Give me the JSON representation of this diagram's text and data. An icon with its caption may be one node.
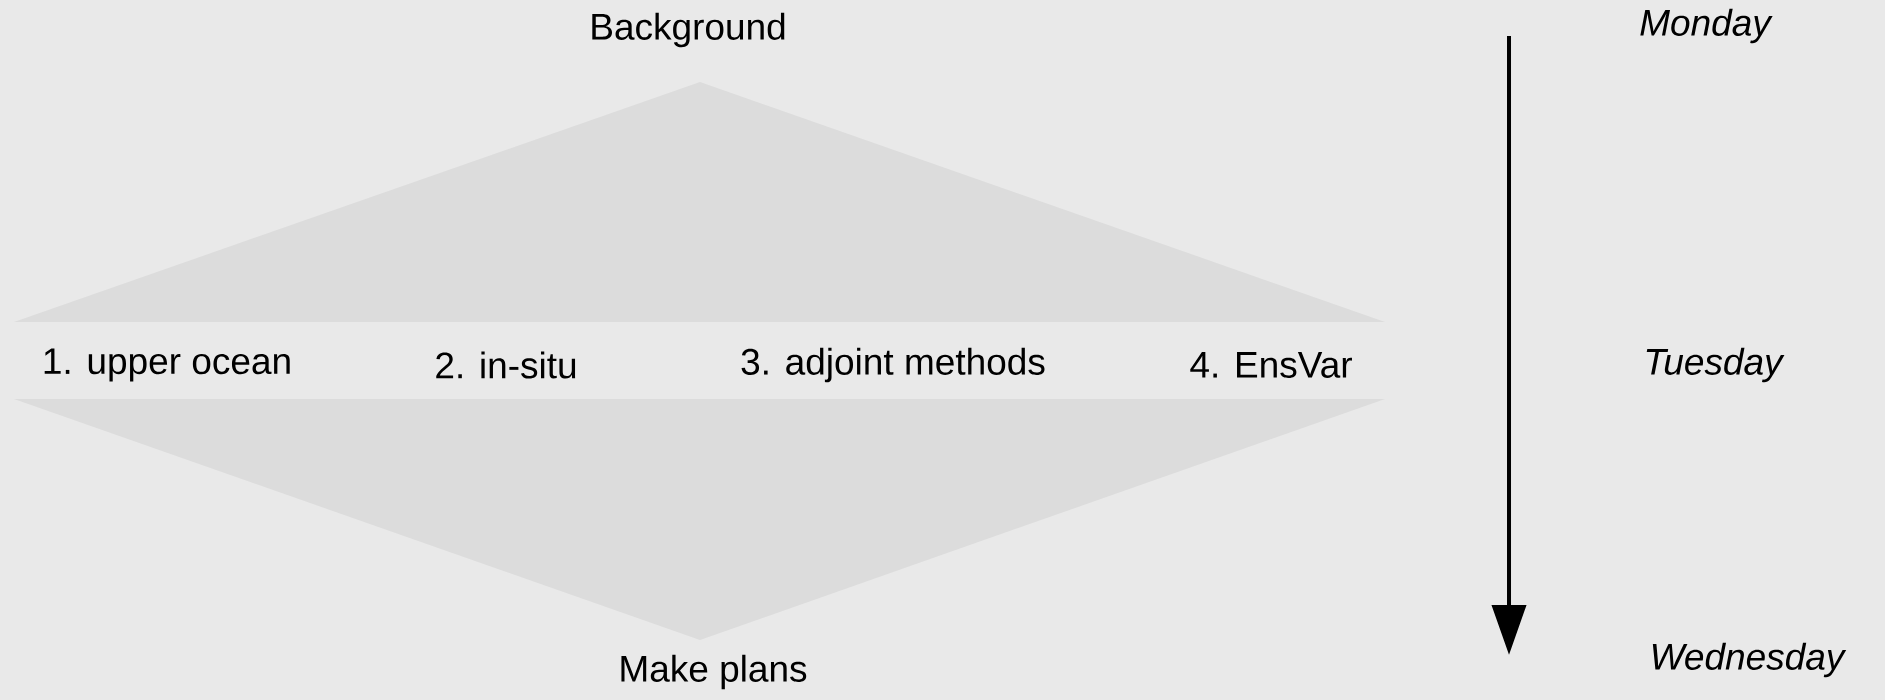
{
  "diagram": {
    "nodes": [
      {
        "text": [
          "Background"
        ]
      },
      {
        "text": [
          "Make plans"
        ]
      }
    ],
    "labels": [
      "Monday",
      "1. upper ocean",
      "2. in-situ",
      "3. adjoint methods",
      "4. EnsVar",
      "Tuesday",
      "Wednesday"
    ]
  }
}
